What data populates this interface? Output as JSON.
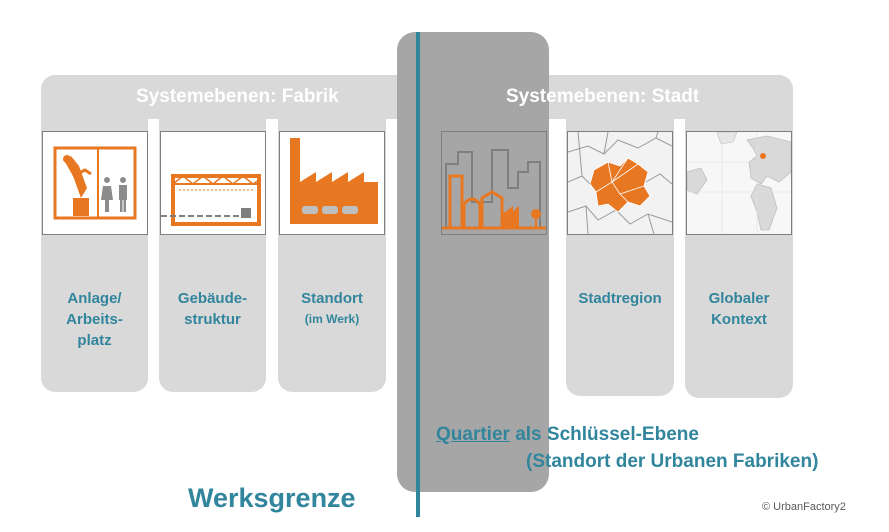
{
  "banners": {
    "fabrik": "Systemebenen: Fabrik",
    "stadt": "Systemebenen: Stadt"
  },
  "levels": {
    "anlage": [
      "Anlage/",
      "Arbeits-",
      "platz"
    ],
    "gebaeude": [
      "Gebäude-",
      "struktur"
    ],
    "standort": {
      "title": "Standort",
      "sub": "(im Werk)"
    },
    "stadtregion": "Stadtregion",
    "global": [
      "Globaler",
      "Kontext"
    ]
  },
  "quartier": {
    "keyword": "Quartier",
    "rest": " als Schlüssel-Ebene",
    "line2": "(Standort der Urbanen Fabriken)"
  },
  "werksgrenze": "Werksgrenze",
  "copyright": "© UrbanFactory2",
  "colors": {
    "accent_orange": "#e87722",
    "teal": "#31859c",
    "panel_grey": "#d9d9d9",
    "dark_grey": "#a6a6a6"
  }
}
